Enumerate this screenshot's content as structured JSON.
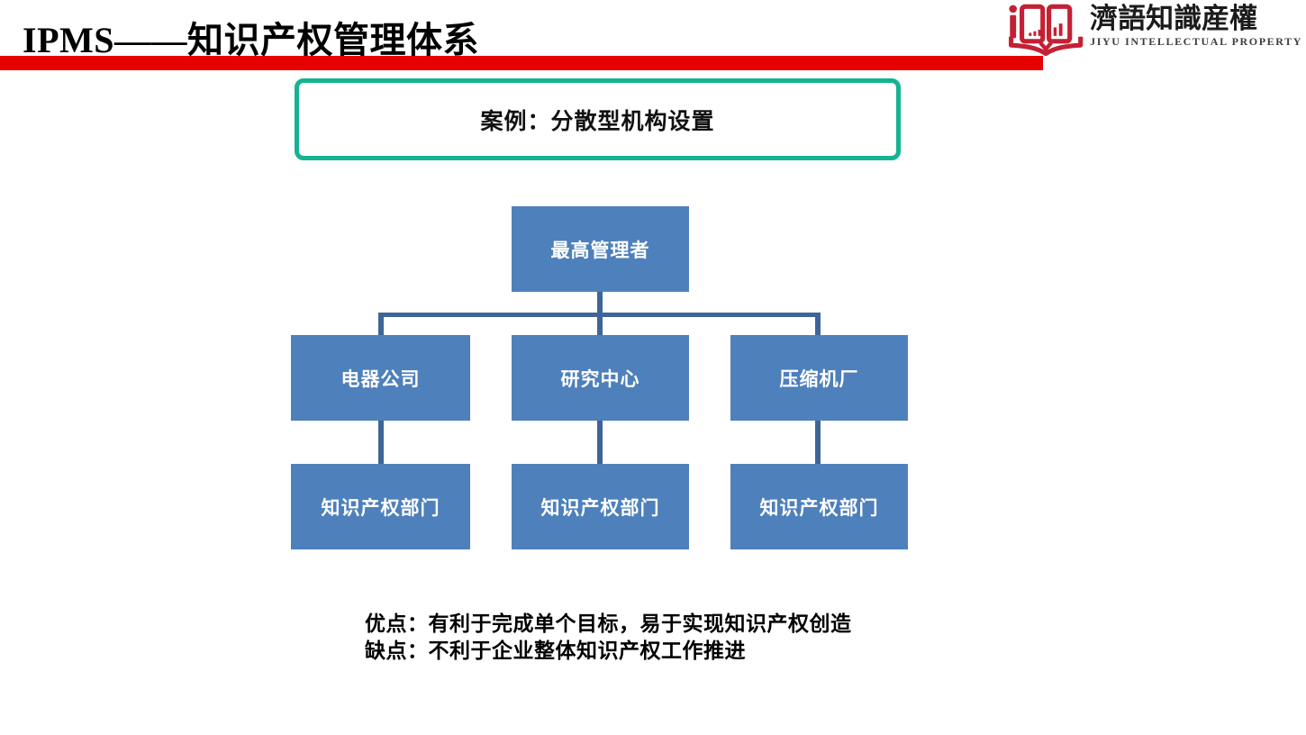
{
  "header": {
    "title": "IPMS——知识产权管理体系",
    "accent_bar_color": "#e60000"
  },
  "logo": {
    "icon": "open-book-chart-icon",
    "icon_color": "#c32133",
    "name_cn": "濟語知識産權",
    "name_en": "JIYU INTELLECTUAL PROPERTY"
  },
  "case_banner": {
    "label": "案例：分散型机构设置",
    "border_color": "#16b392"
  },
  "org_chart": {
    "box_color": "#4e80bc",
    "connector_color": "#3e6598",
    "root": {
      "label": "最高管理者"
    },
    "branches": [
      {
        "label": "电器公司",
        "child": {
          "label": "知识产权部门"
        }
      },
      {
        "label": "研究中心",
        "child": {
          "label": "知识产权部门"
        }
      },
      {
        "label": "压缩机厂",
        "child": {
          "label": "知识产权部门"
        }
      }
    ]
  },
  "notes": {
    "pros": "优点：有利于完成单个目标，易于实现知识产权创造",
    "cons": "缺点：不利于企业整体知识产权工作推进"
  }
}
